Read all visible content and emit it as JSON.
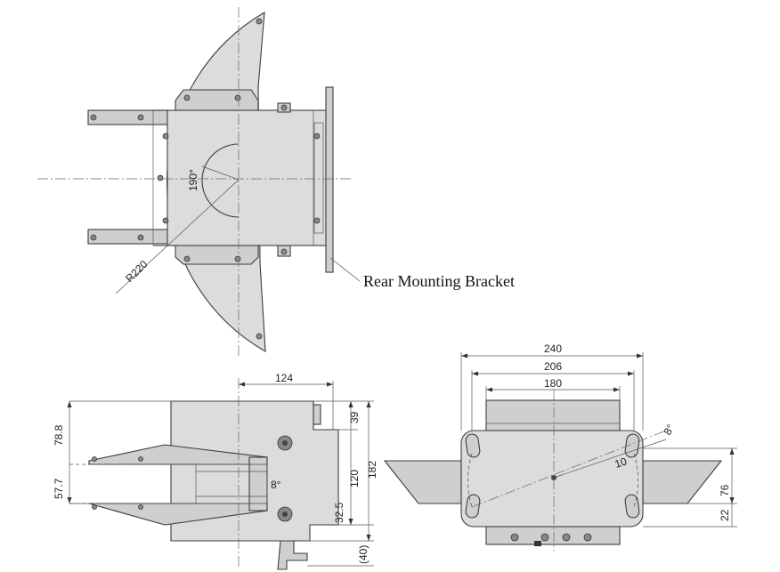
{
  "top_view": {
    "angle_label": "190°",
    "radius_label": "R220",
    "callout_label": "Rear Mounting Bracket"
  },
  "side_view": {
    "width_label": "124",
    "height_upper_label": "78.8",
    "height_lower_label": "57.7",
    "top_gap_label": "39",
    "mid_height_label": "120",
    "total_height_label": "182",
    "bottom_offset_label": "32.5",
    "small_angle_label": "8°",
    "connector_label": "(40)"
  },
  "front_view": {
    "outer_width_label": "240",
    "mid_width_label": "206",
    "inner_width_label": "180",
    "tilt_angle_label": "8°",
    "radius_label": "10",
    "height_label": "76",
    "bottom_label": "22"
  }
}
